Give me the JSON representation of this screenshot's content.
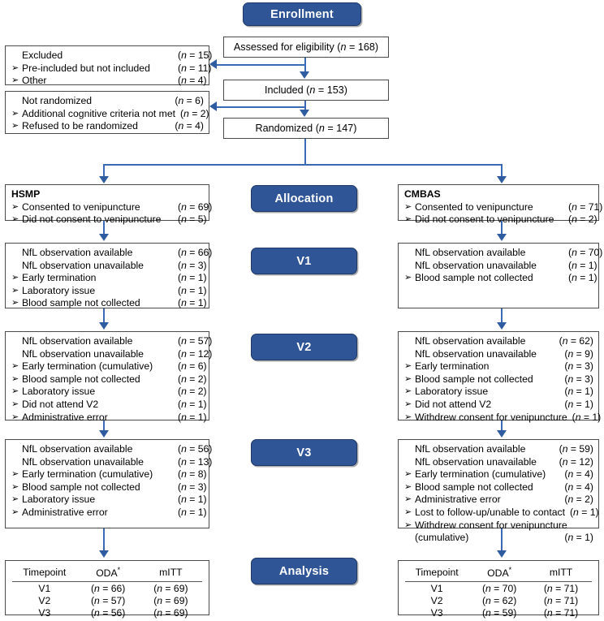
{
  "diagram": {
    "title": "CONSORT participant flow diagram",
    "accent_color": "#2f5597",
    "connector_color": "#3b6ab4",
    "bullet_glyph": "➢"
  },
  "phases": [
    {
      "key": "enrollment",
      "label": "Enrollment"
    },
    {
      "key": "allocation",
      "label": "Allocation"
    },
    {
      "key": "v1",
      "label": "V1"
    },
    {
      "key": "v2",
      "label": "V2"
    },
    {
      "key": "v3",
      "label": "V3"
    },
    {
      "key": "analysis",
      "label": "Analysis"
    }
  ],
  "enrollment": {
    "assessed": {
      "text": "Assessed for eligibility (",
      "n": "n",
      "eq": " = 168)"
    },
    "assessed_full": "Assessed for eligibility (n = 168)",
    "included_full": "Included (n = 153)",
    "randomized_full": "Randomized (n = 147)",
    "assessed_label": "Assessed for eligibility",
    "assessed_n": "168",
    "included_label": "Included",
    "included_n": "153",
    "randomized_label": "Randomized",
    "randomized_n": "147"
  },
  "excluded_box": {
    "rows": [
      {
        "bullet": false,
        "label": "Excluded",
        "n": "15"
      },
      {
        "bullet": true,
        "label": "Pre-included but not included",
        "n": "11"
      },
      {
        "bullet": true,
        "label": "Other",
        "n": "4"
      }
    ]
  },
  "not_randomized_box": {
    "rows": [
      {
        "bullet": false,
        "label": "Not randomized",
        "n": "6"
      },
      {
        "bullet": true,
        "label": "Additional cognitive criteria not met",
        "n": "2"
      },
      {
        "bullet": true,
        "label": "Refused to be randomized",
        "n": "4"
      }
    ]
  },
  "arms": {
    "left": {
      "name": "HSMP",
      "allocation": {
        "header": "HSMP",
        "rows": [
          {
            "bullet": true,
            "label": "Consented to venipuncture",
            "n": "69"
          },
          {
            "bullet": true,
            "label": "Did not consent to venipuncture",
            "n": "5"
          }
        ]
      },
      "v1": {
        "rows": [
          {
            "bullet": false,
            "label": "NfL observation available",
            "n": "66"
          },
          {
            "bullet": false,
            "label": "NfL observation unavailable",
            "n": "3"
          },
          {
            "bullet": true,
            "label": "Early termination",
            "n": "1"
          },
          {
            "bullet": true,
            "label": "Laboratory issue",
            "n": "1"
          },
          {
            "bullet": true,
            "label": "Blood sample not collected",
            "n": "1"
          }
        ]
      },
      "v2": {
        "rows": [
          {
            "bullet": false,
            "label": "NfL observation available",
            "n": "57"
          },
          {
            "bullet": false,
            "label": "NfL observation unavailable",
            "n": "12"
          },
          {
            "bullet": true,
            "label": "Early termination (cumulative)",
            "n": "6"
          },
          {
            "bullet": true,
            "label": "Blood sample not collected",
            "n": "2"
          },
          {
            "bullet": true,
            "label": "Laboratory issue",
            "n": "2"
          },
          {
            "bullet": true,
            "label": "Did not attend V2",
            "n": "1"
          },
          {
            "bullet": true,
            "label": "Administrative error",
            "n": "1"
          }
        ]
      },
      "v3": {
        "rows": [
          {
            "bullet": false,
            "label": "NfL observation available",
            "n": "56"
          },
          {
            "bullet": false,
            "label": "NfL observation unavailable",
            "n": "13"
          },
          {
            "bullet": true,
            "label": "Early termination (cumulative)",
            "n": "8"
          },
          {
            "bullet": true,
            "label": "Blood sample not collected",
            "n": "3"
          },
          {
            "bullet": true,
            "label": "Laboratory issue",
            "n": "1"
          },
          {
            "bullet": true,
            "label": "Administrative error",
            "n": "1"
          }
        ]
      },
      "analysis": {
        "columns": [
          "Timepoint",
          "ODA",
          "mITT"
        ],
        "oda_footnote": "*",
        "rows": [
          {
            "timepoint": "V1",
            "oda": "66",
            "mitt": "69"
          },
          {
            "timepoint": "V2",
            "oda": "57",
            "mitt": "69"
          },
          {
            "timepoint": "V3",
            "oda": "56",
            "mitt": "69"
          }
        ]
      }
    },
    "right": {
      "name": "CMBAS",
      "allocation": {
        "header": "CMBAS",
        "rows": [
          {
            "bullet": true,
            "label": "Consented to venipuncture",
            "n": "71"
          },
          {
            "bullet": true,
            "label": "Did not consent to venipuncture",
            "n": "2"
          }
        ]
      },
      "v1": {
        "rows": [
          {
            "bullet": false,
            "label": "NfL observation available",
            "n": "70"
          },
          {
            "bullet": false,
            "label": "NfL observation unavailable",
            "n": "1"
          },
          {
            "bullet": true,
            "label": "Blood sample not collected",
            "n": "1"
          }
        ]
      },
      "v2": {
        "rows": [
          {
            "bullet": false,
            "label": "NfL observation available",
            "n": "62"
          },
          {
            "bullet": false,
            "label": "NfL observation unavailable",
            "n": "9"
          },
          {
            "bullet": true,
            "label": "Early termination",
            "n": "3"
          },
          {
            "bullet": true,
            "label": "Blood sample not collected",
            "n": "3"
          },
          {
            "bullet": true,
            "label": "Laboratory issue",
            "n": "1"
          },
          {
            "bullet": true,
            "label": "Did not attend V2",
            "n": "1"
          },
          {
            "bullet": true,
            "label": "Withdrew consent for venipuncture",
            "n": "1"
          }
        ]
      },
      "v3": {
        "rows": [
          {
            "bullet": false,
            "label": "NfL observation available",
            "n": "59"
          },
          {
            "bullet": false,
            "label": "NfL observation unavailable",
            "n": "12"
          },
          {
            "bullet": true,
            "label": "Early termination (cumulative)",
            "n": "4"
          },
          {
            "bullet": true,
            "label": "Blood sample not collected",
            "n": "4"
          },
          {
            "bullet": true,
            "label": "Administrative error",
            "n": "2"
          },
          {
            "bullet": true,
            "label": "Lost to follow-up/unable to contact",
            "n": "1"
          },
          {
            "bullet": true,
            "label": "Withdrew consent for venipuncture",
            "n": ""
          },
          {
            "bullet": false,
            "continuation": true,
            "label": "(cumulative)",
            "n": "1"
          }
        ]
      },
      "analysis": {
        "columns": [
          "Timepoint",
          "ODA",
          "mITT"
        ],
        "oda_footnote": "*",
        "rows": [
          {
            "timepoint": "V1",
            "oda": "70",
            "mitt": "71"
          },
          {
            "timepoint": "V2",
            "oda": "62",
            "mitt": "71"
          },
          {
            "timepoint": "V3",
            "oda": "59",
            "mitt": "71"
          }
        ]
      }
    }
  }
}
